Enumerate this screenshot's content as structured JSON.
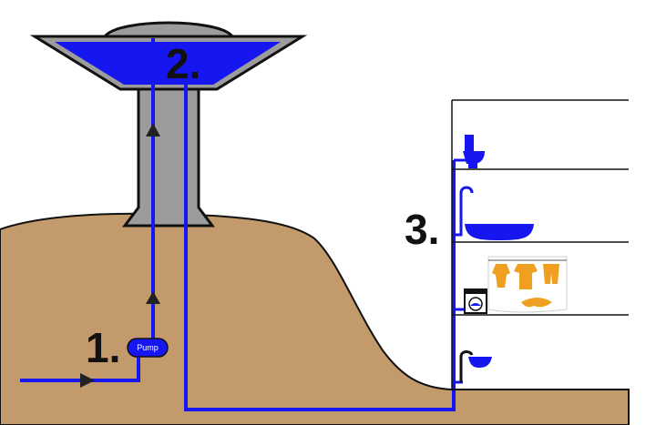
{
  "steps": {
    "step1": "1.",
    "step2": "2.",
    "step3": "3."
  },
  "pump": {
    "label": "Pump"
  },
  "colors": {
    "water": "#1616f0",
    "tower": "#9c9c9c",
    "ground": "#c39a6b",
    "arrow": "#222222",
    "clothes": "#f0a020",
    "outline": "#111111"
  },
  "icons": {
    "floor_4": "toilet-icon",
    "floor_3": "bathtub-icon",
    "floor_2": "washing-machine-icon",
    "floor_2_extra": "laundry-clothes-icon",
    "floor_1": "sink-icon"
  }
}
